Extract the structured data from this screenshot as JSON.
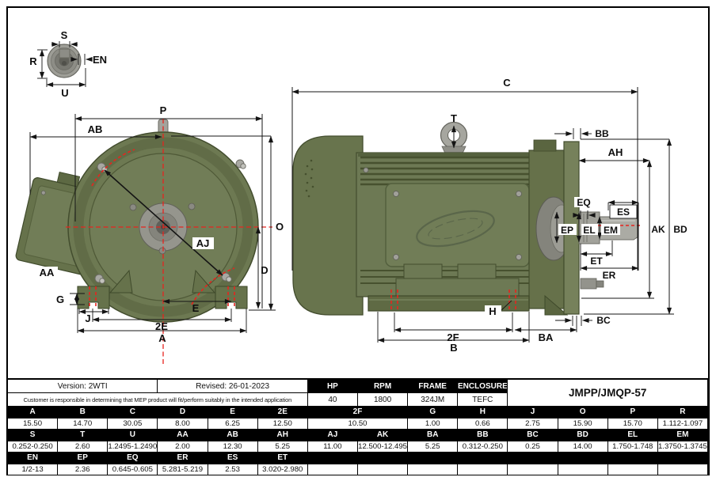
{
  "meta": {
    "version_label": "Version: 2WTI",
    "revised_label": "Revised: 26-01-2023",
    "disclaimer": "Customer is responsible in determining that MEP product will fit/perform suitably in the intended application",
    "model": "JMPP/JMQP-57"
  },
  "specs": {
    "hp_label": "HP",
    "hp": "40",
    "rpm_label": "RPM",
    "rpm": "1800",
    "frame_label": "FRAME",
    "frame": "324JM",
    "enclosure_label": "ENCLOSURE",
    "enclosure": "TEFC"
  },
  "dim_table": {
    "rows": [
      {
        "header": true,
        "cells": [
          {
            "t": "A"
          },
          {
            "t": "B"
          },
          {
            "t": "C"
          },
          {
            "t": "D"
          },
          {
            "t": "E"
          },
          {
            "t": "2E"
          },
          {
            "t": "2F",
            "span": 2
          },
          {
            "t": "G"
          },
          {
            "t": "H"
          },
          {
            "t": "J"
          },
          {
            "t": "O"
          },
          {
            "t": "P"
          },
          {
            "t": "R"
          }
        ]
      },
      {
        "header": false,
        "cells": [
          {
            "t": "15.50"
          },
          {
            "t": "14.70"
          },
          {
            "t": "30.05"
          },
          {
            "t": "8.00"
          },
          {
            "t": "6.25"
          },
          {
            "t": "12.50"
          },
          {
            "t": "10.50",
            "span": 2
          },
          {
            "t": "1.00"
          },
          {
            "t": "0.66"
          },
          {
            "t": "2.75"
          },
          {
            "t": "15.90"
          },
          {
            "t": "15.70"
          },
          {
            "t": "1.112-1.097"
          }
        ]
      },
      {
        "header": true,
        "cells": [
          {
            "t": "S"
          },
          {
            "t": "T"
          },
          {
            "t": "U"
          },
          {
            "t": "AA"
          },
          {
            "t": "AB"
          },
          {
            "t": "AH"
          },
          {
            "t": "AJ"
          },
          {
            "t": "AK"
          },
          {
            "t": "BA"
          },
          {
            "t": "BB"
          },
          {
            "t": "BC"
          },
          {
            "t": "BD"
          },
          {
            "t": "EL"
          },
          {
            "t": "EM"
          }
        ]
      },
      {
        "header": false,
        "cells": [
          {
            "t": "0.252-0.250"
          },
          {
            "t": "2.60"
          },
          {
            "t": "1.2495-1.2490"
          },
          {
            "t": "2.00"
          },
          {
            "t": "12.30"
          },
          {
            "t": "5.25"
          },
          {
            "t": "11.00"
          },
          {
            "t": "12.500-12.495"
          },
          {
            "t": "5.25"
          },
          {
            "t": "0.312-0.250"
          },
          {
            "t": "0.25"
          },
          {
            "t": "14.00"
          },
          {
            "t": "1.750-1.748"
          },
          {
            "t": "1.3750-1.3745"
          }
        ]
      },
      {
        "header": true,
        "cells": [
          {
            "t": "EN"
          },
          {
            "t": "EP"
          },
          {
            "t": "EQ"
          },
          {
            "t": "ER"
          },
          {
            "t": "ES"
          },
          {
            "t": "ET"
          },
          {
            "t": "",
            "span": 8
          }
        ]
      },
      {
        "header": false,
        "cells": [
          {
            "t": "1/2-13"
          },
          {
            "t": "2.36"
          },
          {
            "t": "0.645-0.605"
          },
          {
            "t": "5.281-5.219"
          },
          {
            "t": "2.53"
          },
          {
            "t": "3.020-2.980"
          },
          {
            "t": ""
          },
          {
            "t": ""
          },
          {
            "t": ""
          },
          {
            "t": ""
          },
          {
            "t": ""
          },
          {
            "t": ""
          },
          {
            "t": ""
          },
          {
            "t": ""
          }
        ]
      }
    ]
  },
  "drawing": {
    "shaft_end_view": {
      "s": "S",
      "r": "R",
      "en": "EN",
      "u": "U"
    },
    "front_view": {
      "p": "P",
      "ab": "AB",
      "o": "O",
      "d": "D",
      "aj": "AJ",
      "aa": "AA",
      "g": "G",
      "j": "J",
      "e": "E",
      "e2": "2E",
      "a": "A"
    },
    "side_view": {
      "c": "C",
      "t": "T",
      "bb": "BB",
      "ah": "AH",
      "eq": "EQ",
      "es": "ES",
      "ep": "EP",
      "el": "EL",
      "em": "EM",
      "ak": "AK",
      "bd": "BD",
      "et": "ET",
      "er": "ER",
      "bc": "BC",
      "ba": "BA",
      "h": "H",
      "f2": "2F",
      "b": "B"
    }
  },
  "colors": {
    "body_olive": "#6d7952",
    "centerline_red": "#e8241e",
    "metal_gray": "#a2a29b"
  }
}
